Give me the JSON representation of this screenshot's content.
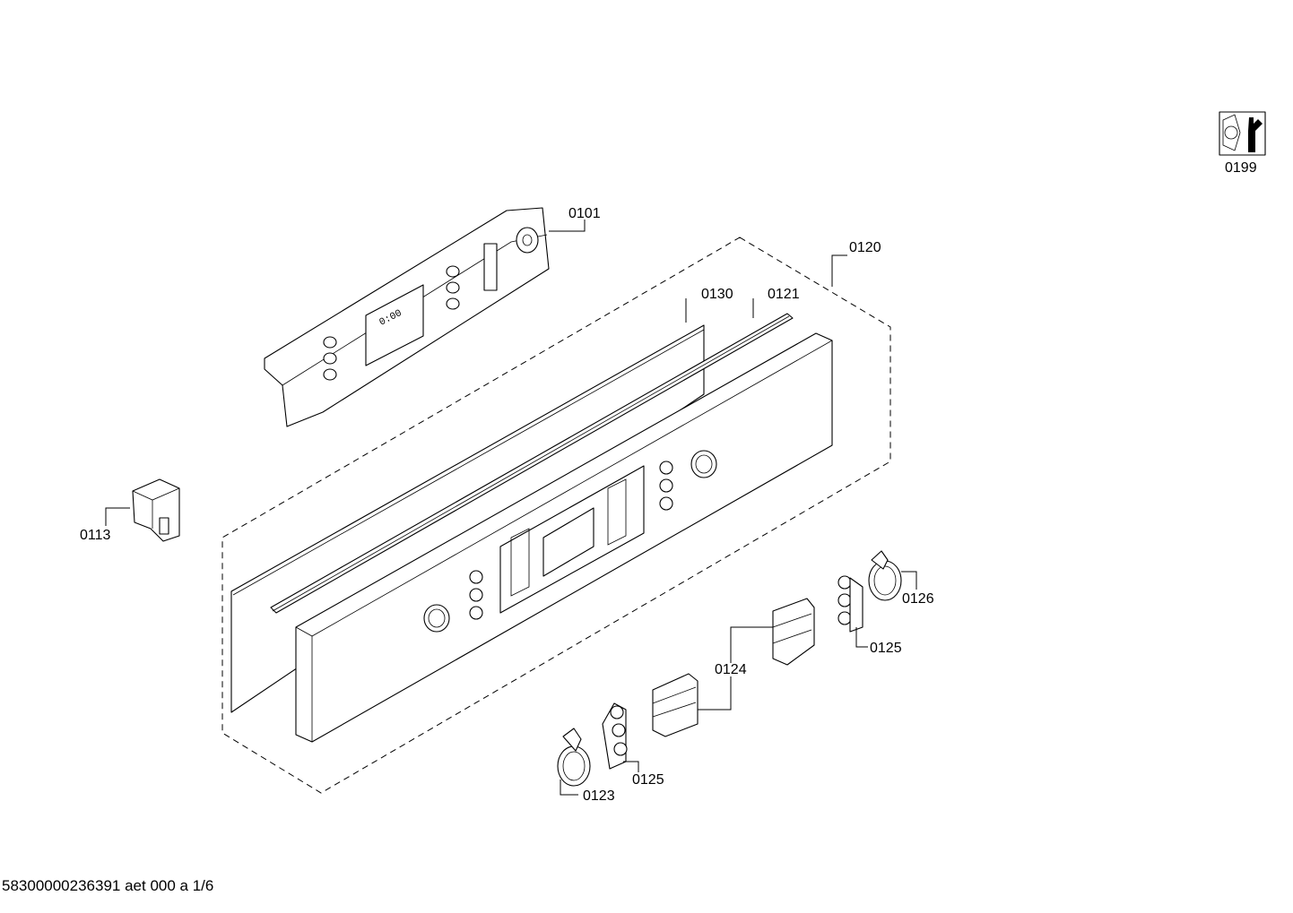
{
  "diagram": {
    "callouts": [
      {
        "id": "c0101",
        "label": "0101"
      },
      {
        "id": "c0120",
        "label": "0120"
      },
      {
        "id": "c0130",
        "label": "0130"
      },
      {
        "id": "c0121",
        "label": "0121"
      },
      {
        "id": "c0113",
        "label": "0113"
      },
      {
        "id": "c0126",
        "label": "0126"
      },
      {
        "id": "c0125a",
        "label": "0125"
      },
      {
        "id": "c0124",
        "label": "0124"
      },
      {
        "id": "c0125b",
        "label": "0125"
      },
      {
        "id": "c0123",
        "label": "0123"
      },
      {
        "id": "c0199",
        "label": "0199"
      }
    ],
    "display_digits": "0:00",
    "tool_icon": "wrench-nut-icon"
  },
  "footer": {
    "text": "58300000236391 aet 000 a 1/6"
  }
}
